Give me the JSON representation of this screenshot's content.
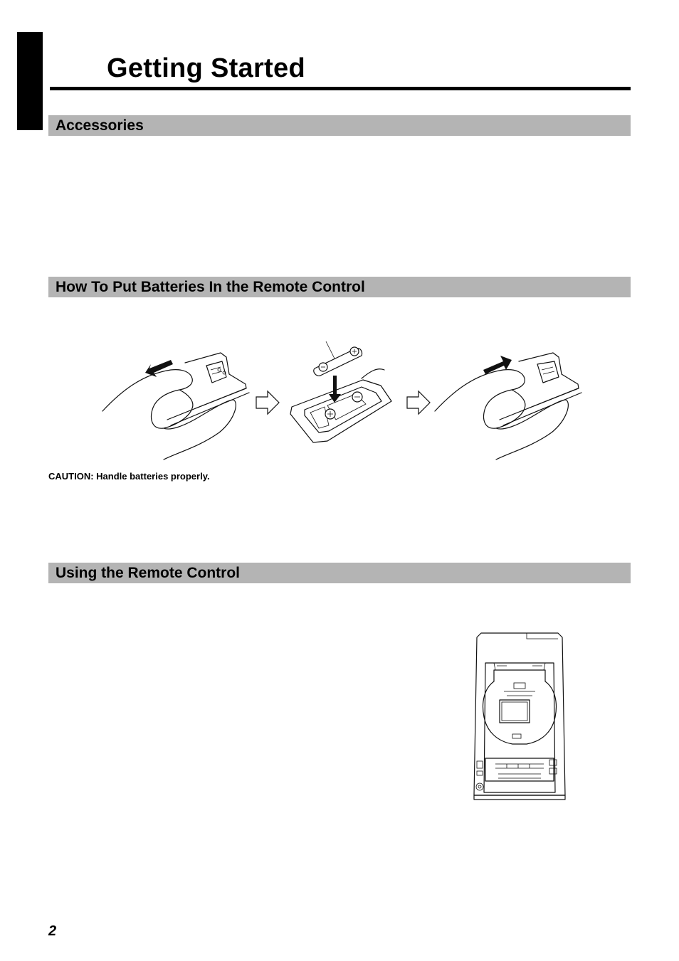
{
  "page": {
    "title": "Getting Started",
    "number": "2"
  },
  "sections": {
    "accessories": {
      "heading": "Accessories"
    },
    "batteries": {
      "heading": "How To Put Batteries In the Remote Control",
      "caution": "CAUTION: Handle batteries properly."
    },
    "remote": {
      "heading": "Using the Remote Control"
    }
  },
  "illustrations": {
    "step1": "remote-cover-open-illustration",
    "step2": "battery-insert-illustration",
    "step3": "remote-cover-close-illustration",
    "unit": "main-unit-front-illustration"
  }
}
